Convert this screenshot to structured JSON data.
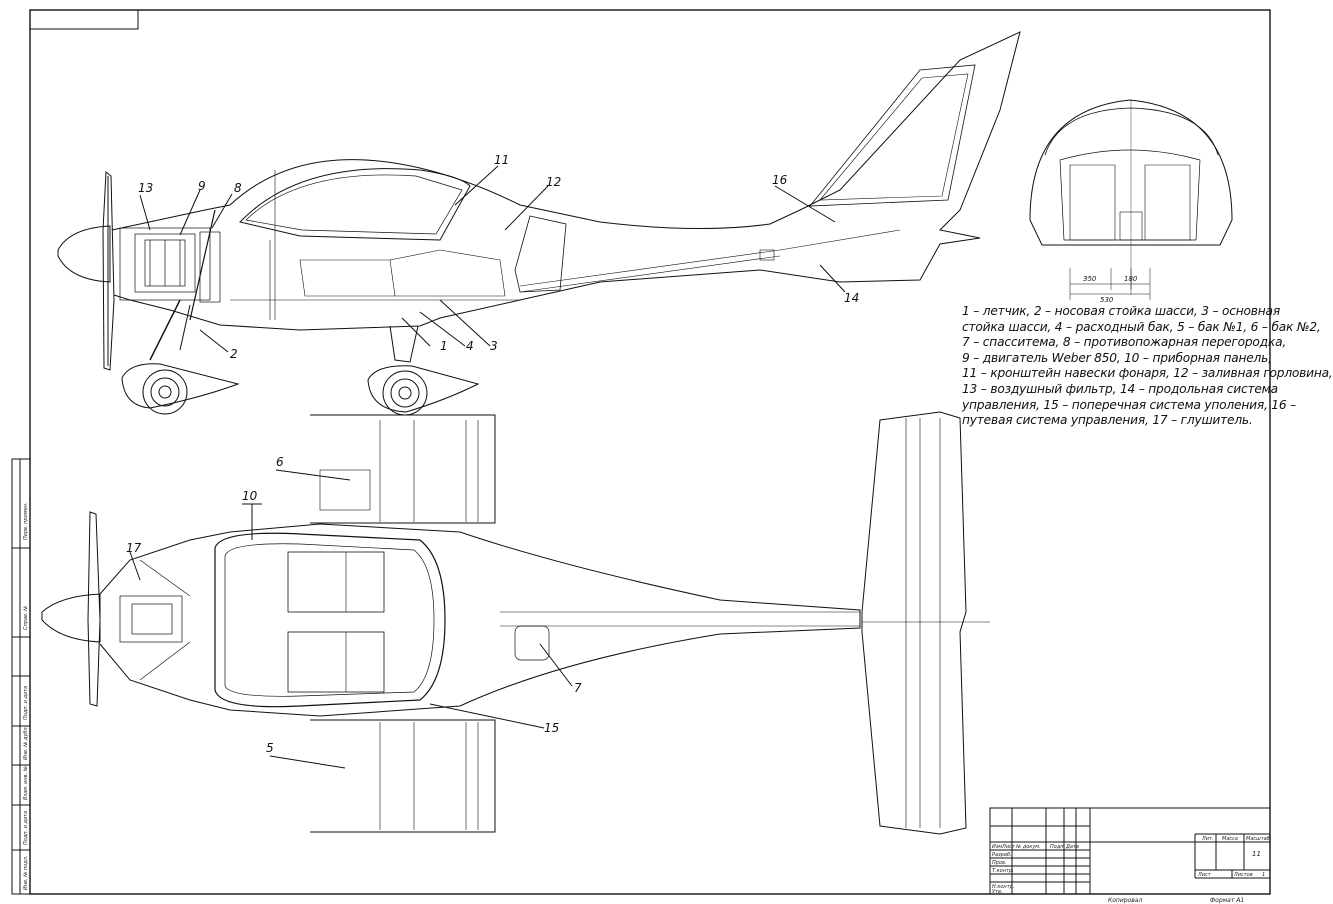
{
  "callouts": {
    "c1": "1",
    "c2": "2",
    "c3": "3",
    "c4": "4",
    "c5": "5",
    "c6": "6",
    "c7": "7",
    "c8": "8",
    "c9": "9",
    "c10": "10",
    "c11": "11",
    "c12": "12",
    "c13": "13",
    "c14": "14",
    "c15": "15",
    "c16": "16",
    "c17": "17"
  },
  "front_view": {
    "dims": [
      "350",
      "180",
      "530"
    ]
  },
  "legend": {
    "lines": [
      "1 – летчик, 2 – носовая стойка шасси, 3 – основная",
      "стойка шасси, 4 – расходный бак, 5 – бак №1, 6 – бак №2,",
      "7 – спасситема, 8 – противопожарная перегородка,",
      "9 – двигатель Weber 850, 10 – приборная панель,",
      "11 – кронштейн навески фонаря, 12 – заливная горловина,",
      "13 – воздушный фильтр, 14 – продольная система",
      "управления, 15 – поперечная система уполения, 16 –",
      "путевая система управления, 17 – глушитель."
    ]
  },
  "title_block": {
    "sheet_num": "11",
    "col_headers": [
      "Изм",
      "Лист",
      "№ докум.",
      "Подп.",
      "Дата"
    ],
    "rows": [
      "Разраб.",
      "Пров.",
      "Т.контр.",
      "Н.контр.",
      "Утв."
    ],
    "lit_headers": [
      "Лит.",
      "Масса",
      "Масштаб"
    ],
    "sheet_labels": [
      "Лист",
      "Листов",
      "1"
    ],
    "copied": "Копировал",
    "format": "Формат А1"
  },
  "side_stamp": {
    "cells": [
      "Перв. примен.",
      "Справ. №",
      "Подп. и дата",
      "Инв. № дубл.",
      "Взам. инв. №",
      "Подп. и дата",
      "Инв. № подл."
    ]
  }
}
